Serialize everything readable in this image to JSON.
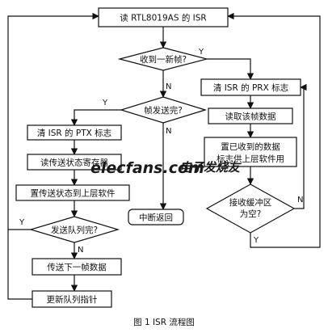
{
  "title_box": "读 RTL8019AS 的 ISR",
  "decisions": {
    "received_frame": "收到一新帧?",
    "frame_sent": "帧发送完?",
    "queue_done": "发送队列完?",
    "rx_empty_l1": "接收缓冲区",
    "rx_empty_l2": "为空?"
  },
  "processes": {
    "clear_prx": "清 ISR 的 PRX 标志",
    "read_frame": "读取该帧数据",
    "set_recv_l1": "置已收到的数据",
    "set_recv_l2": "标志供上层软件用",
    "clear_ptx": "清 ISR 的 PTX 标志",
    "read_tx_status": "读传送状态寄存器",
    "set_tx_status": "置传送状态到上层软件",
    "send_next": "传送下一帧数据",
    "update_queue": "更新队列指针",
    "int_return": "中断返回"
  },
  "branch_labels": {
    "y1": "Y",
    "n1": "N",
    "y2": "Y",
    "n2": "N",
    "y3": "Y",
    "n3": "N",
    "n4": "N",
    "y4": "Y"
  },
  "caption": "图 1  ISR 流程图",
  "watermark": {
    "text1": "elecfans.com",
    "text2": "电子发烧友"
  }
}
